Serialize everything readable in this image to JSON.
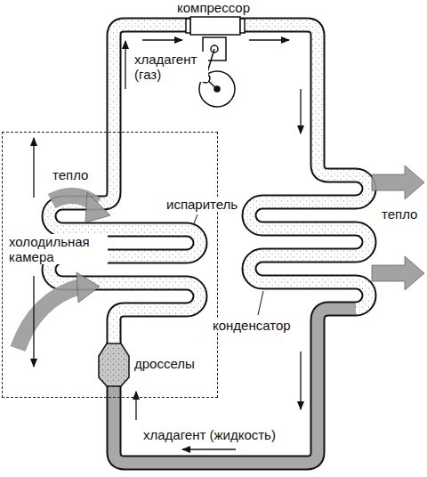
{
  "diagram": {
    "nodes": [
      {
        "text": [
          "холодильная камера"
        ]
      }
    ],
    "labels": [
      "компрессор",
      "хладагент (газ)",
      "тепло",
      "испаритель",
      "тепло",
      "конденсатор",
      "дросселы",
      "хладагент (жидкость)"
    ]
  }
}
